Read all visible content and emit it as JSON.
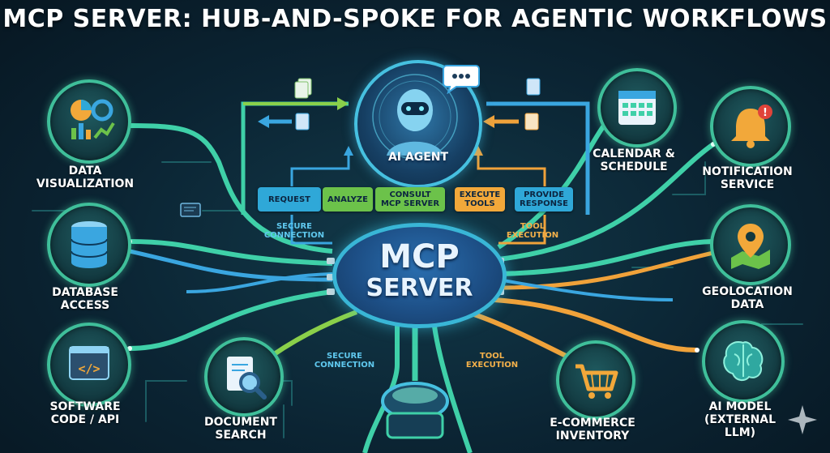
{
  "title": "MCP SERVER: HUB-AND-SPOKE FOR AGENTIC WORKFLOWS",
  "hub": {
    "line1": "MCP",
    "line2": "SERVER"
  },
  "agent": {
    "label": "AI AGENT"
  },
  "workflow_steps": [
    {
      "label": "REQUEST",
      "color": "#2fa8d8"
    },
    {
      "label": "ANALYZE",
      "color": "#6cc24a"
    },
    {
      "label": "CONSULT\nMCP SERVER",
      "color": "#6cc24a"
    },
    {
      "label": "EXECUTE\nTOOLS",
      "color": "#f2a83a"
    },
    {
      "label": "PROVIDE\nRESPONSE",
      "color": "#2fa8d8"
    }
  ],
  "annotations": {
    "secure_connection": "SECURE\nCONNECTION",
    "tool_execution": "TOOL\nEXECUTION"
  },
  "nodes": {
    "data_visualization": "DATA\nVISUALIZATION",
    "database_access": "DATABASE\nACCESS",
    "software_code_api": "SOFTWARE\nCODE / API",
    "document_search": "DOCUMENT\nSEARCH",
    "calendar_schedule": "CALENDAR &\nSCHEDULE",
    "notification_service": "NOTIFICATION\nSERVICE",
    "geolocation_data": "GEOLOCATION\nDATA",
    "ai_model": "AI MODEL\n(EXTERNAL LLM)",
    "ecommerce_inventory": "E-COMMERCE\nINVENTORY"
  },
  "colors": {
    "wire_teal": "#3fd0a8",
    "wire_blue": "#3aa6e0",
    "wire_orange": "#f0a23a",
    "wire_green": "#8ad04a"
  },
  "icons": [
    "chart-icon",
    "database-icon",
    "code-icon",
    "document-search-icon",
    "calendar-icon",
    "bell-icon",
    "map-pin-icon",
    "brain-icon",
    "cart-icon",
    "robot-icon",
    "chat-bubble-icon"
  ]
}
